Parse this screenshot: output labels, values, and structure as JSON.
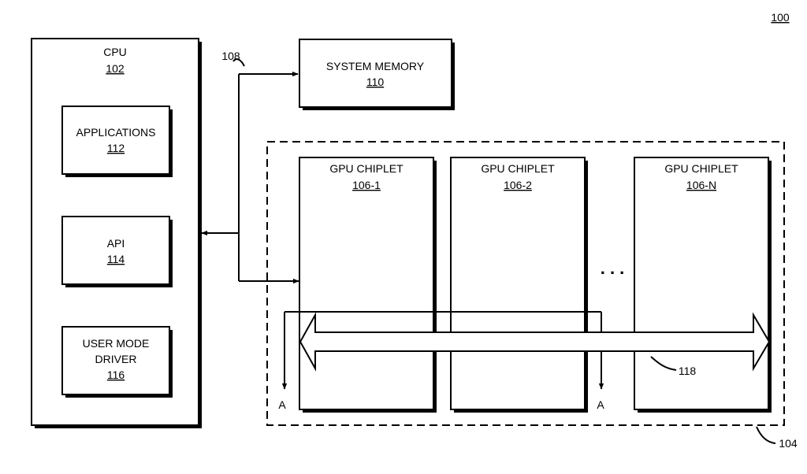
{
  "figure_ref": "100",
  "cpu": {
    "title": "CPU",
    "ref": "102"
  },
  "applications": {
    "title": "APPLICATIONS",
    "ref": "112"
  },
  "api": {
    "title": "API",
    "ref": "114"
  },
  "user_mode_driver": {
    "title_line1": "USER MODE",
    "title_line2": "DRIVER",
    "ref": "116"
  },
  "bus": {
    "ref": "108"
  },
  "system_memory": {
    "title": "SYSTEM MEMORY",
    "ref": "110"
  },
  "gpu_array": {
    "ref": "104"
  },
  "chiplets": [
    {
      "title": "GPU CHIPLET",
      "ref": "106-1"
    },
    {
      "title": "GPU CHIPLET",
      "ref": "106-2"
    },
    {
      "title": "GPU CHIPLET",
      "ref": "106-N"
    }
  ],
  "ellipsis": ". . .",
  "crosslink": {
    "ref": "118"
  },
  "marker_left": "A",
  "marker_right": "A"
}
